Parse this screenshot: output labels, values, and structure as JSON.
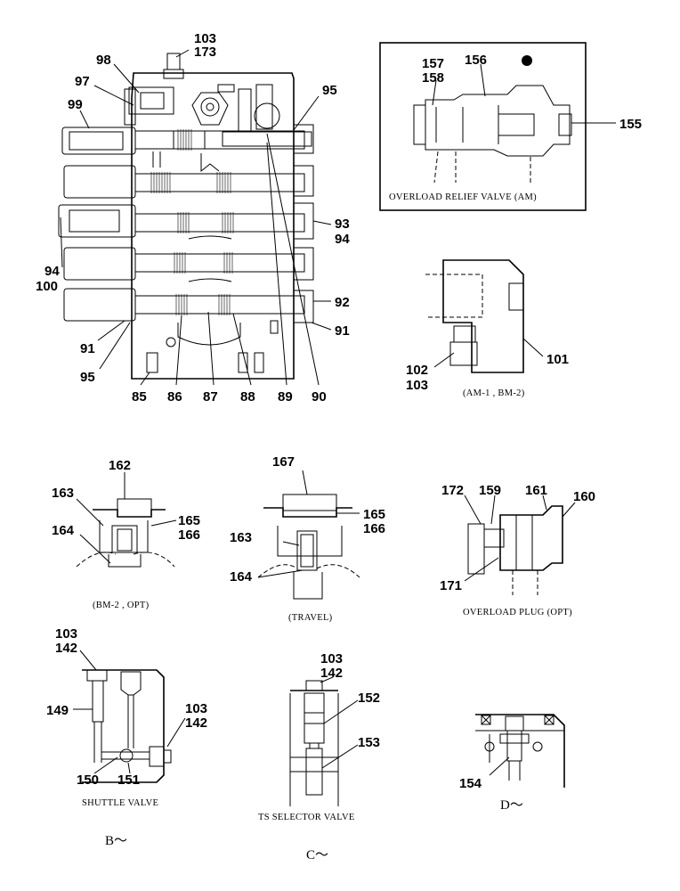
{
  "callouts": {
    "c103_173": "103",
    "c173": "173",
    "c98": "98",
    "c97": "97",
    "c99": "99",
    "c95_top": "95",
    "c93": "93",
    "c94_right": "94",
    "c94_left": "94",
    "c100": "100",
    "c92": "92",
    "c91_left": "91",
    "c91_right": "91",
    "c95_bottom": "95",
    "c85": "85",
    "c86": "86",
    "c87": "87",
    "c88": "88",
    "c89": "89",
    "c90": "90",
    "c157": "157",
    "c158": "158",
    "c156": "156",
    "c155": "155",
    "c101": "101",
    "c102": "102",
    "c103_b": "103",
    "c162": "162",
    "c163_a": "163",
    "c165_a": "165",
    "c166_a": "166",
    "c164_a": "164",
    "c167": "167",
    "c165_b": "165",
    "c166_b": "166",
    "c163_b": "163",
    "c164_b": "164",
    "c172": "172",
    "c159": "159",
    "c161": "161",
    "c160": "160",
    "c171": "171",
    "c103_c": "103",
    "c142_c": "142",
    "c149": "149",
    "c103_d": "103",
    "c142_d": "142",
    "c150": "150",
    "c151": "151",
    "c103_e": "103",
    "c142_e": "142",
    "c152": "152",
    "c153": "153",
    "c154": "154"
  },
  "captions": {
    "overload_relief": "OVERLOAD  RELIEF  VALVE (AM)",
    "am1_bm2": "(AM-1 , BM-2)",
    "bm2_opt": "(BM-2 , OPT)",
    "travel": "(TRAVEL)",
    "overload_plug": "OVERLOAD  PLUG (OPT)",
    "shuttle_valve": "SHUTTLE  VALVE",
    "ts_selector": "TS  SELECTOR  VALVE",
    "view_b": "B～",
    "view_c": "C～",
    "view_d": "D～"
  },
  "symbols": {
    "marker": "filled-dot"
  }
}
